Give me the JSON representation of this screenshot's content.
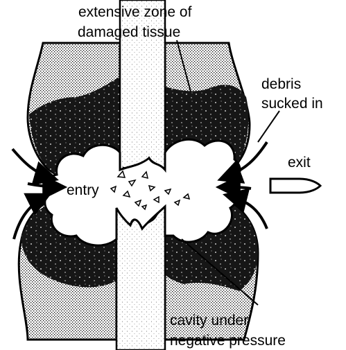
{
  "diagram": {
    "labels": {
      "damaged_zone_line1": "extensive zone of",
      "damaged_zone_line2": "damaged tissue",
      "debris_line1": "debris",
      "debris_line2": "sucked in",
      "exit": "exit",
      "entry": "entry",
      "cavity_line1": "cavity under",
      "cavity_line2": "negative pressure"
    },
    "colors": {
      "ink": "#000000",
      "paper": "#ffffff",
      "stipple": "#cfcfcf",
      "dark_tissue": "#161616"
    }
  }
}
